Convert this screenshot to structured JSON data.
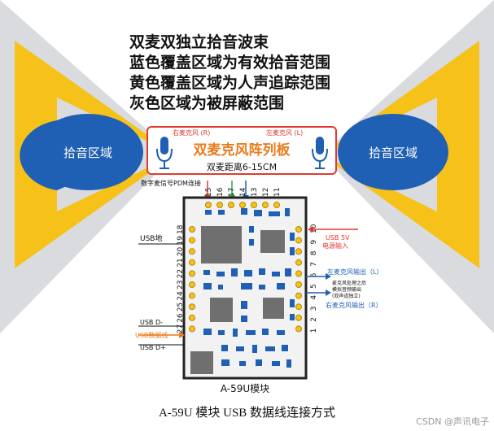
{
  "headline": {
    "line1": "双麦双独立拾音波束",
    "line2": "蓝色覆盖区域为有效拾音范围",
    "line3": "黄色覆盖区域为人声追踪范围",
    "line4": "灰色区域为被屏蔽范围"
  },
  "zones": {
    "left": "拾音区域",
    "right": "拾音区域"
  },
  "board": {
    "title": "双麦克风阵列板",
    "distance": "双麦距离6-15CM",
    "mic_right_label": "右麦克风 (R)",
    "mic_left_label": "左麦克风 (L)",
    "pdm_label": "数字麦信号PDM连接",
    "top_pins": [
      "15",
      "16",
      "17",
      "14",
      "13",
      "12",
      "11"
    ],
    "left_pins": [
      "18",
      "19",
      "20",
      "21",
      "22",
      "23",
      "24",
      "25",
      "26",
      "27"
    ],
    "right_pins": [
      "10",
      "9",
      "8",
      "7",
      "6",
      "5",
      "4",
      "3",
      "2",
      "1"
    ]
  },
  "module": {
    "name": "A-59U模块"
  },
  "annotations": {
    "usb_gnd": "USB地",
    "usb_dminus": "USB D-",
    "usb_data": "USB数据线",
    "usb_dplus": "USB D+",
    "usb5v_line1": "USB 5V",
    "usb5v_line2": "电源输入",
    "left_out": "左麦克风输出（L）",
    "processed_line1": "麦克风处理之后",
    "processed_line2": "模拟音频输出",
    "processed_line3": "(双声道独立)",
    "right_out": "右麦克风输出（R）"
  },
  "caption": "A-59U 模块 USB 数据线连接方式",
  "watermark": "CSDN @声讯电子",
  "colors": {
    "blue": "#1f5fb4",
    "yellow": "#f6c21a",
    "gray": "#d9dbdf",
    "red": "#e23a2e",
    "orange": "#e97c1e",
    "green": "#2aa54a",
    "pcb_dark": "#6f6f6f"
  }
}
